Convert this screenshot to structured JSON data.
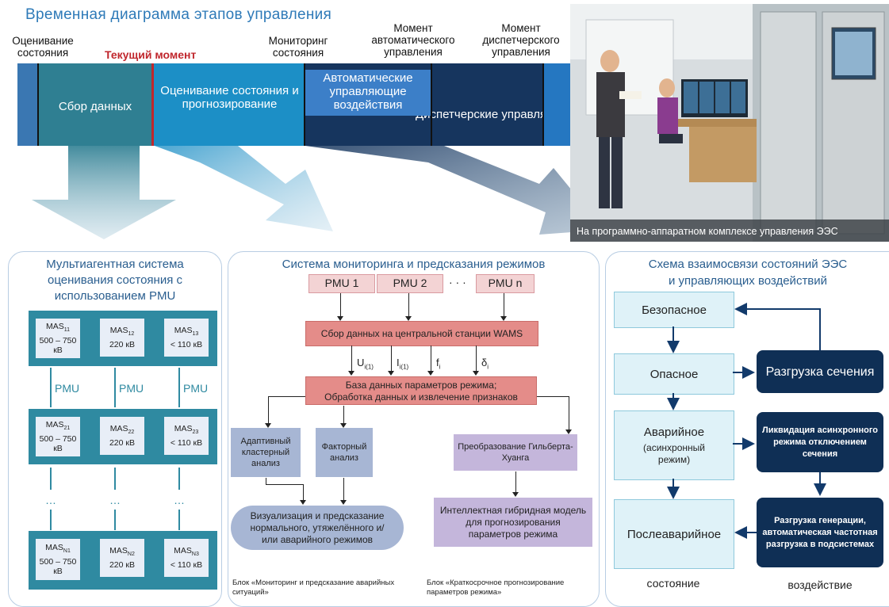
{
  "title": "Временная диаграмма этапов управления",
  "timeline": {
    "label_estimation": "Оценивание состояния",
    "label_current": "Текущий момент",
    "label_monitoring": "Мониторинг состояния",
    "label_auto_moment": "Момент автоматического управления",
    "label_dispatch_moment": "Момент диспетчерского управления",
    "seg_collect": "Сбор данных",
    "seg_estimate": "Оценивание состояния и прогнозирование",
    "seg_auto": "Автоматические управляющие воздействия",
    "seg_dispatch": "Диспетчерские управляющие воздействия",
    "colors": {
      "collect": "#2f7f92",
      "estimate": "#1c8fc6",
      "auto": "#3c7fc8",
      "dispatch": "#16355e",
      "tick_current": "#c0272d"
    }
  },
  "photo": {
    "caption": "На программно-аппаратном комплексе управления ЭЭС"
  },
  "panel_mas": {
    "title_line1": "Мультиагентная система",
    "title_line2": "оценивания состояния с",
    "title_line3": "использованием PMU",
    "pmu_label": "PMU",
    "dots": "…",
    "rows": [
      [
        {
          "name": "MAS",
          "sub": "11",
          "detail": "500 – 750 кВ"
        },
        {
          "name": "MAS",
          "sub": "12",
          "detail": "220 кВ"
        },
        {
          "name": "MAS",
          "sub": "13",
          "detail": "< 110 кВ"
        }
      ],
      [
        {
          "name": "MAS",
          "sub": "21",
          "detail": "500 – 750 кВ"
        },
        {
          "name": "MAS",
          "sub": "22",
          "detail": "220 кВ"
        },
        {
          "name": "MAS",
          "sub": "23",
          "detail": "< 110 кВ"
        }
      ],
      [
        {
          "name": "MAS",
          "sub": "N1",
          "detail": "500 – 750 кВ"
        },
        {
          "name": "MAS",
          "sub": "N2",
          "detail": "220 кВ"
        },
        {
          "name": "MAS",
          "sub": "N3",
          "detail": "< 110 кВ"
        }
      ]
    ]
  },
  "panel_monitor": {
    "title": "Система мониторинга и предсказания режимов",
    "pmu1": "PMU 1",
    "pmu2": "PMU 2",
    "pmu_dots": "· · ·",
    "pmun": "PMU n",
    "wams": "Сбор данных на центральной станции WAMS",
    "var_u": "U",
    "var_u_sub": "i(1)",
    "var_i": "I",
    "var_i_sub": "i(1)",
    "var_f": "f",
    "var_f_sub": "i",
    "var_d": "δ",
    "var_d_sub": "i",
    "db_line1": "База данных параметров режима;",
    "db_line2": "Обработка данных и извлечение признаков",
    "cluster": "Адаптивный кластерный анализ",
    "factor": "Факторный анализ",
    "hht": "Преобразование Гильберта-Хуанга",
    "visual": "Визуализация и предсказание нормального, утяжелённого и/или аварийного режимов",
    "hybrid": "Интеллектная гибридная модель для прогнозирования параметров режима",
    "caption_left": "Блок «Мониторинг и предсказание аварийных ситуаций»",
    "caption_right": "Блок «Краткосрочное прогнозирование параметров режима»"
  },
  "panel_states": {
    "title_line1": "Схема взаимосвязи состояний ЭЭС",
    "title_line2": "и управляющих воздействий",
    "safe": "Безопасное",
    "dangerous": "Опасное",
    "emergency": "Аварийное",
    "emergency_note": "(асинхронный режим)",
    "post": "Послеаварийное",
    "act_unload": "Разгрузка сечения",
    "act_liquidation": "Ликвидация асинхронного режима отключением сечения",
    "act_generation": "Разгрузка генерации, автоматическая частотная разгрузка в подсистемах",
    "footer_state": "состояние",
    "footer_action": "воздействие"
  }
}
